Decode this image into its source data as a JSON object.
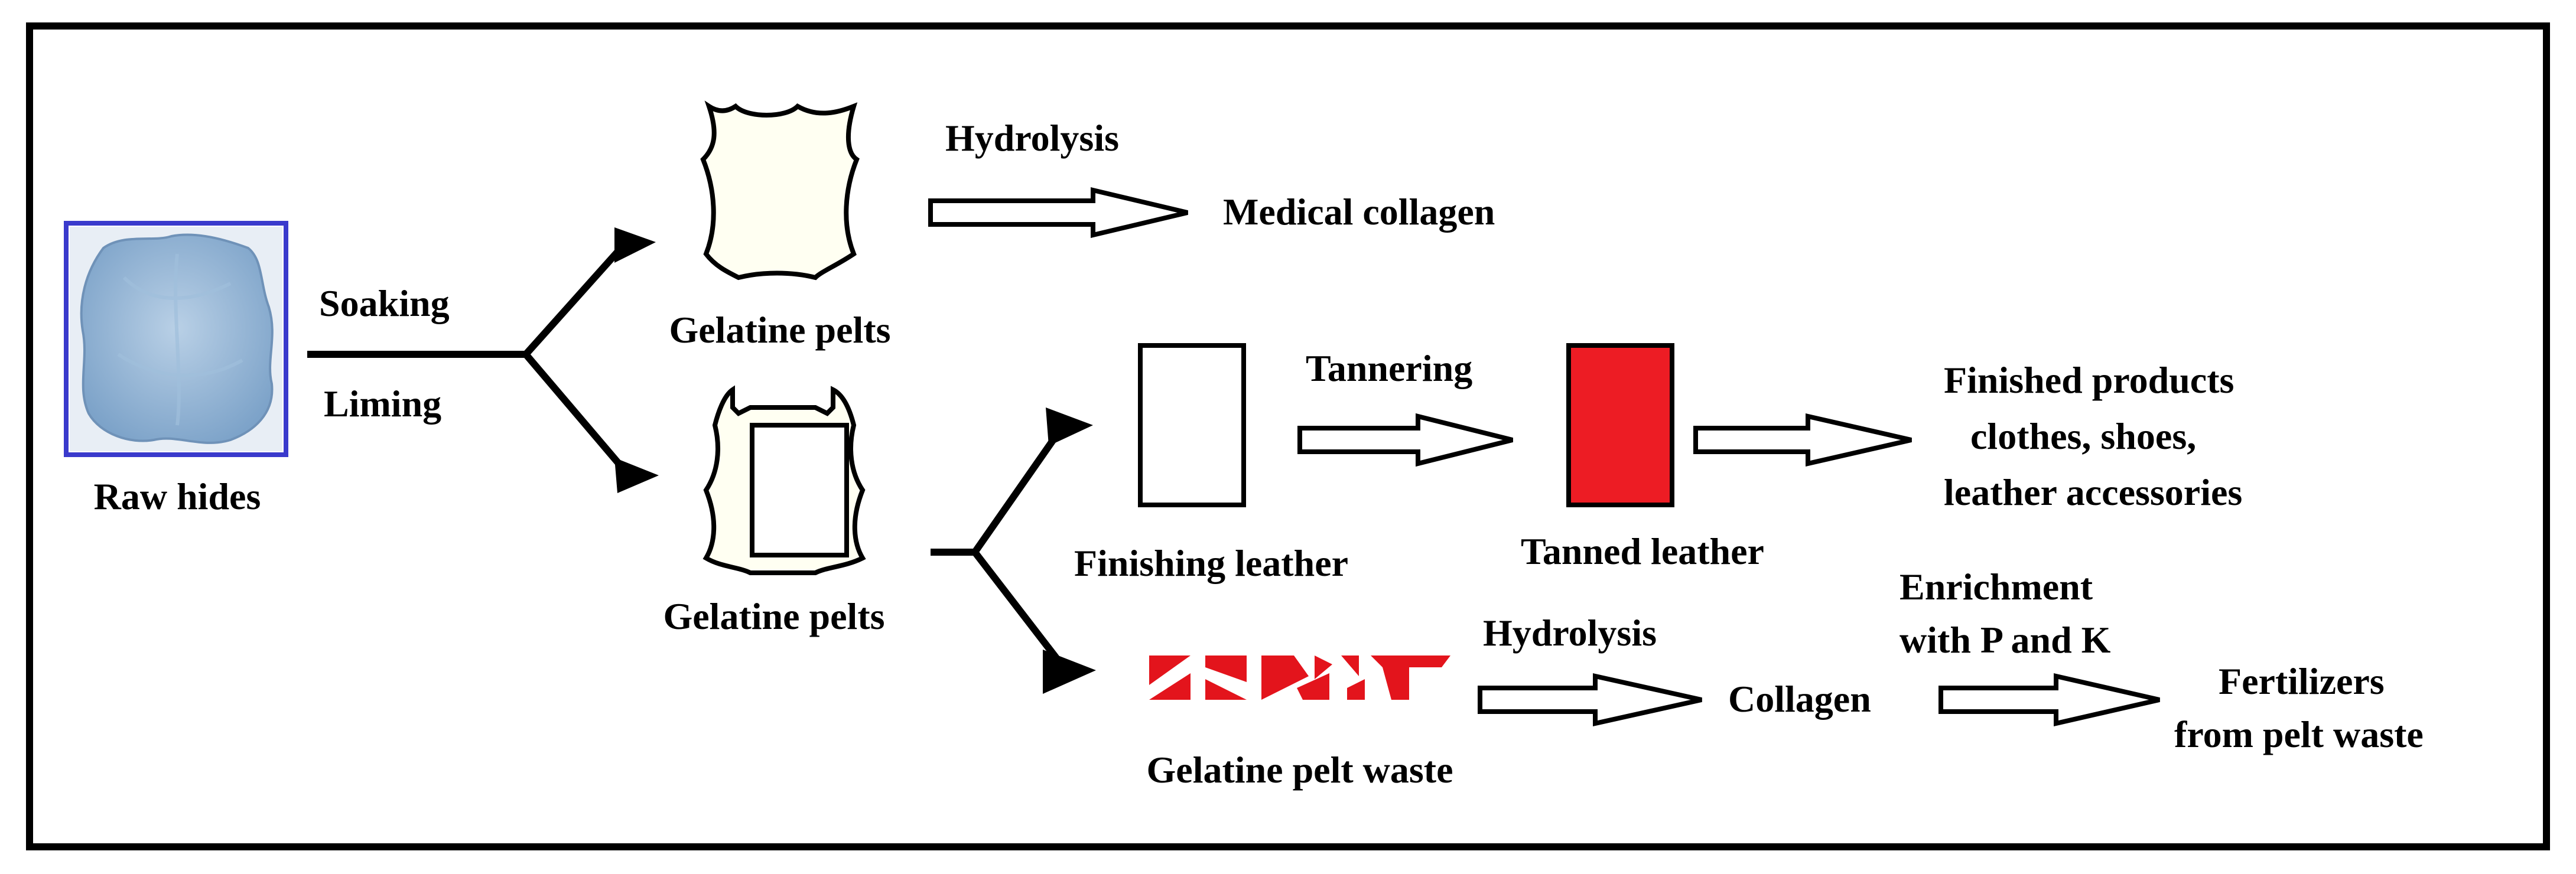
{
  "nodes": {
    "raw_hides": "Raw hides",
    "gelatine_pelts_top": "Gelatine pelts",
    "gelatine_pelts_bottom": "Gelatine pelts",
    "medical_collagen": "Medical collagen",
    "finishing_leather": "Finishing leather",
    "tanned_leather": "Tanned leather",
    "finished_products_line1": "Finished products",
    "finished_products_line2": "clothes, shoes,",
    "finished_products_line3": "leather accessories",
    "gelatine_pelt_waste": "Gelatine pelt waste",
    "collagen": "Collagen",
    "fertilizers_line1": "Fertilizers",
    "fertilizers_line2": "from pelt waste"
  },
  "processes": {
    "soaking": "Soaking",
    "liming": "Liming",
    "hydrolysis_top": "Hydrolysis",
    "tannering": "Tannering",
    "hydrolysis_bottom": "Hydrolysis",
    "enrichment_line1": "Enrichment",
    "enrichment_line2": "with P and K"
  },
  "colors": {
    "frame": "#000000",
    "hide_fill": "#8fb2d4",
    "hide_border": "#3a3acc",
    "pelt_fill": "#fffff2",
    "tanned_fill": "#ed1c24",
    "waste_fill": "#e3141c",
    "arrow_fill": "#000000"
  }
}
